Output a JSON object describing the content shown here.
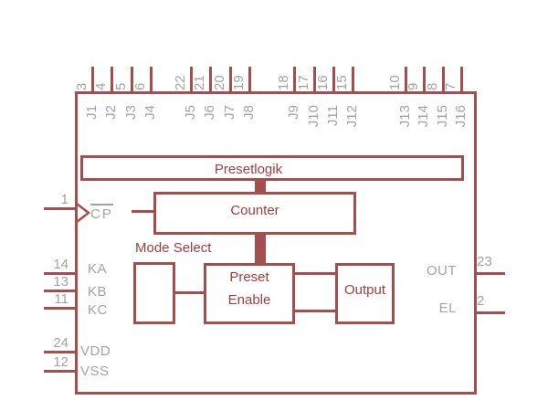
{
  "colors": {
    "line": "#a44e4e",
    "red_text": "#a03e3e",
    "gray_text": "#a2a2a2",
    "background": "#ffffff"
  },
  "blocks": {
    "presetlogik": "Presetlogik",
    "counter": "Counter",
    "preset_enable": [
      "Preset",
      "Enable"
    ],
    "output": "Output"
  },
  "labels": {
    "mode_select": "Mode Select"
  },
  "clock_pin": {
    "number": "1",
    "label": "CP"
  },
  "top_pins": [
    {
      "number": "3",
      "signal": "J1"
    },
    {
      "number": "4",
      "signal": "J2"
    },
    {
      "number": "5",
      "signal": "J3"
    },
    {
      "number": "6",
      "signal": "J4"
    },
    {
      "number": "22",
      "signal": "J5"
    },
    {
      "number": "21",
      "signal": "J6"
    },
    {
      "number": "20",
      "signal": "J7"
    },
    {
      "number": "19",
      "signal": "J8"
    },
    {
      "number": "18",
      "signal": "J9"
    },
    {
      "number": "17",
      "signal": "J10"
    },
    {
      "number": "16",
      "signal": "J11"
    },
    {
      "number": "15",
      "signal": "J12"
    },
    {
      "number": "10",
      "signal": "J13"
    },
    {
      "number": "9",
      "signal": "J14"
    },
    {
      "number": "8",
      "signal": "J15"
    },
    {
      "number": "7",
      "signal": "J16"
    }
  ],
  "left_pins": [
    {
      "number": "14",
      "label": "KA"
    },
    {
      "number": "13",
      "label": "KB"
    },
    {
      "number": "11",
      "label": "KC"
    }
  ],
  "power_pins": [
    {
      "number": "24",
      "label": "VDD"
    },
    {
      "number": "12",
      "label": "VSS"
    }
  ],
  "right_pins": [
    {
      "number": "23",
      "label": "OUT"
    },
    {
      "number": "2",
      "label": "EL"
    }
  ]
}
